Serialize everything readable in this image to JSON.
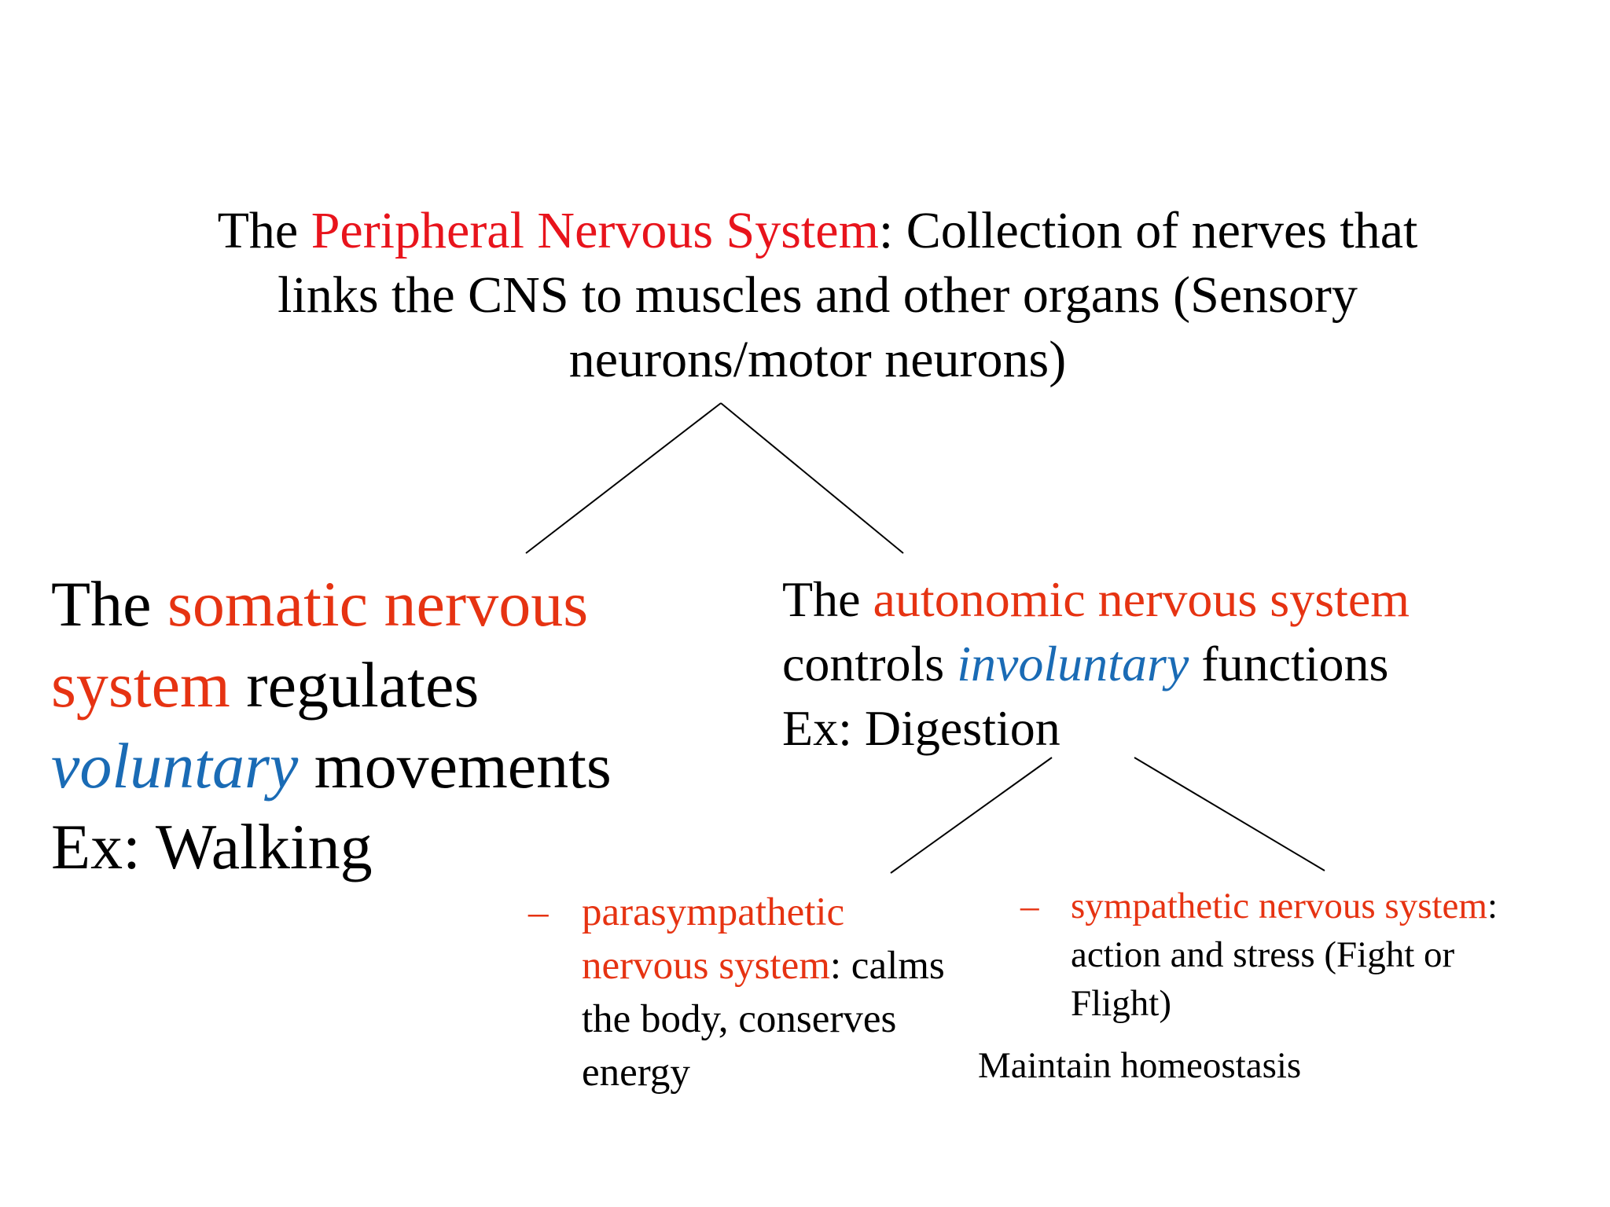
{
  "pns": {
    "intro": "The ",
    "name": "Peripheral Nervous System",
    "line1_rest": ": Collection of nerves that",
    "line2": "links the CNS to muscles and other organs (Sensory",
    "line3": "neurons/motor neurons)"
  },
  "somatic": {
    "intro": "The ",
    "name_part1": "somatic nervous",
    "name_part2": "system",
    "verb": " regulates",
    "emphasis": "voluntary",
    "after_emphasis": " movements",
    "example": "Ex: Walking"
  },
  "autonomic": {
    "intro": "The ",
    "name": "autonomic nervous system",
    "verb": "controls ",
    "emphasis": "involuntary",
    "after_emphasis": " functions",
    "example": "Ex: Digestion"
  },
  "parasympathetic": {
    "bullet": "–",
    "name_part1": "parasympathetic",
    "name_part2": "nervous system",
    "desc_part1": ": calms",
    "desc_line3": "the body, conserves",
    "desc_line4": "energy"
  },
  "sympathetic": {
    "bullet": "–",
    "name": "sympathetic nervous system",
    "colon": ":",
    "desc_line2": "action and stress (Fight or",
    "desc_line3": "Flight)"
  },
  "homeostasis": "Maintain homeostasis",
  "colors": {
    "system_name": "#e63312",
    "title_name": "#e8141c",
    "emphasis": "#1a6bb5",
    "text": "#000000"
  }
}
